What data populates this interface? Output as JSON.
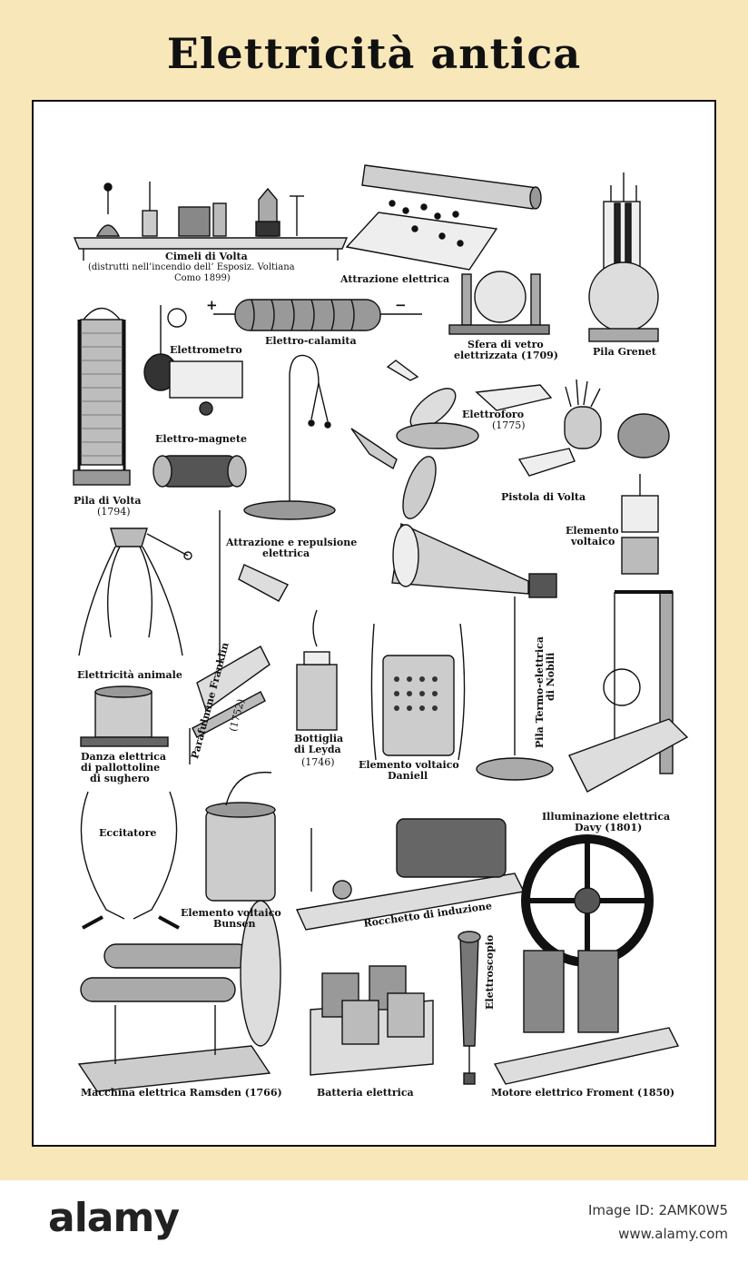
{
  "title": "Elettricità antica",
  "labels": {
    "cimeli_title": "Cimeli di Volta",
    "cimeli_sub1": "(distrutti nell’incendio dell’ Esposiz. Voltiana",
    "cimeli_sub2": "Como 1899)",
    "attrazione_elettrica": "Attrazione elettrica",
    "pila_grenet": "Pila Grenet",
    "elettrometro": "Elettrometro",
    "elettro_calamita": "Elettro-calamita",
    "sfera_1": "Sfera di vetro",
    "sfera_2": "elettrizzata (1709)",
    "elettroforo_1": "Elettroforo",
    "elettroforo_2": "(1775)",
    "elettro_magnete": "Elettro-magnete",
    "pila_volta_1": "Pila di Volta",
    "pila_volta_2": "(1794)",
    "pistola_volta": "Pistola di Volta",
    "elemento_voltaico_1": "Elemento",
    "elemento_voltaico_2": "voltaico",
    "attr_repulsione_1": "Attrazione e repulsione",
    "attr_repulsione_2": "elettrica",
    "elettricita_animale": "Elettricità animale",
    "parafulmine": "Parafulmine Franklin",
    "parafulmine_year": "(1752)",
    "pila_termo_1": "Pila Termo-elettrica",
    "pila_termo_2": "di Nobili",
    "bottiglia_1": "Bottiglia",
    "bottiglia_2": "di Leyda",
    "bottiglia_3": "(1746)",
    "daniell_1": "Elemento voltaico",
    "daniell_2": "Daniell",
    "danza_1": "Danza elettrica",
    "danza_2": "di pallottoline",
    "danza_3": "di sughero",
    "illuminazione_1": "Illuminazione elettrica",
    "illuminazione_2": "Davy (1801)",
    "eccitatore": "Eccitatore",
    "bunsen_1": "Elemento voltaico",
    "bunsen_2": "Bunsen",
    "rocchetto": "Rocchetto di induzione",
    "elettroscopio": "Elettroscopio",
    "ramsden": "Macchina elettrica Ramsden (1766)",
    "batteria": "Batteria elettrica",
    "froment": "Motore elettrico Froment (1850)",
    "plus": "+",
    "minus": "−"
  },
  "footer": {
    "brand": "alamy",
    "image_id": "Image ID: 2AMK0W5",
    "site": "www.alamy.com"
  }
}
